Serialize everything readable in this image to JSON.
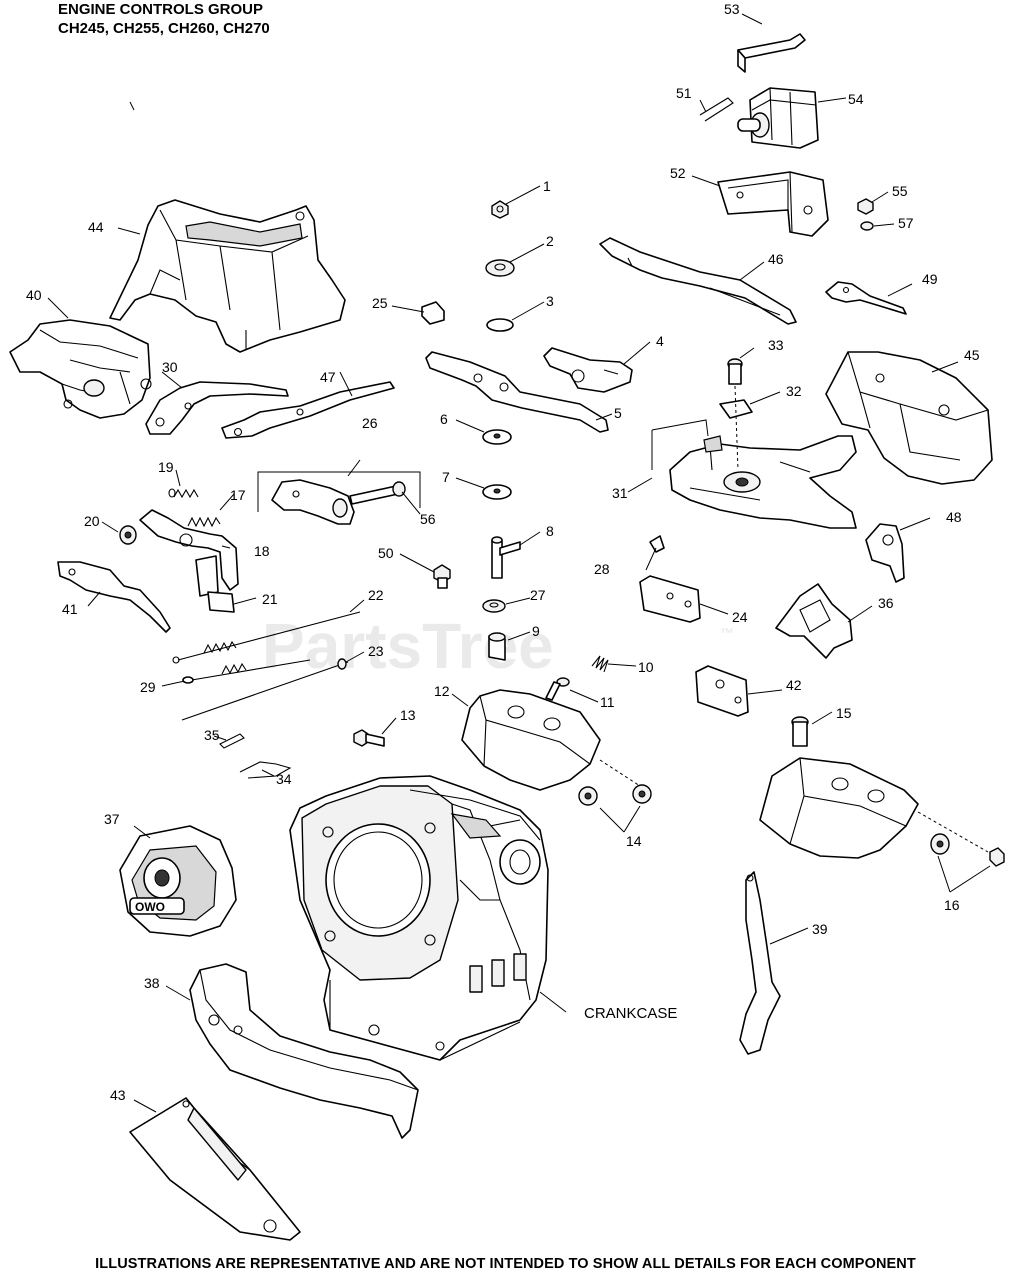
{
  "header": {
    "title": "ENGINE CONTROLS GROUP",
    "models": "CH245, CH255, CH260, CH270"
  },
  "watermark": "PartsTree",
  "watermark_tm": "™",
  "crankcase_label": "CRANKCASE",
  "footer": "ILLUSTRATIONS ARE REPRESENTATIVE AND ARE NOT INTENDED TO SHOW ALL DETAILS FOR EACH COMPONENT",
  "callouts": {
    "c1": "1",
    "c2": "2",
    "c3": "3",
    "c4": "4",
    "c5": "5",
    "c6": "6",
    "c7": "7",
    "c8": "8",
    "c9": "9",
    "c10": "10",
    "c11": "11",
    "c12": "12",
    "c13": "13",
    "c14": "14",
    "c15": "15",
    "c16": "16",
    "c17": "17",
    "c18": "18",
    "c19": "19",
    "c20": "20",
    "c21": "21",
    "c22": "22",
    "c23": "23",
    "c24": "24",
    "c25": "25",
    "c26": "26",
    "c27": "27",
    "c28": "28",
    "c29": "29",
    "c30": "30",
    "c31": "31",
    "c32": "32",
    "c33": "33",
    "c34": "34",
    "c35": "35",
    "c36": "36",
    "c37": "37",
    "c38": "38",
    "c39": "39",
    "c40": "40",
    "c41": "41",
    "c42": "42",
    "c43": "43",
    "c44": "44",
    "c45": "45",
    "c46": "46",
    "c47": "47",
    "c48": "48",
    "c49": "49",
    "c50": "50",
    "c51": "51",
    "c52": "52",
    "c53": "53",
    "c54": "54",
    "c55": "55",
    "c56": "56",
    "c57": "57"
  },
  "decal_text": "OWO",
  "colors": {
    "line": "#000000",
    "background": "#ffffff",
    "watermark": "#e3e3e3"
  }
}
